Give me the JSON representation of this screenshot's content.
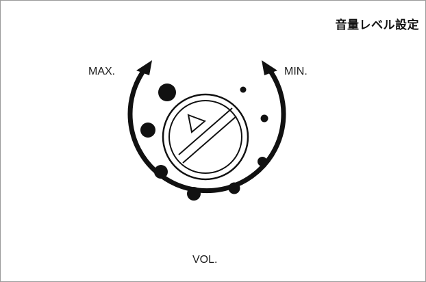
{
  "header": {
    "title": "音量レベル設定"
  },
  "dial": {
    "max_label": "MAX.",
    "min_label": "MIN.",
    "vol_label": "VOL."
  },
  "colors": {
    "ink": "#111111",
    "border": "#9a9a9a",
    "background": "#ffffff"
  },
  "icons": [
    "play-triangle-icon",
    "arrow-head-icon"
  ]
}
